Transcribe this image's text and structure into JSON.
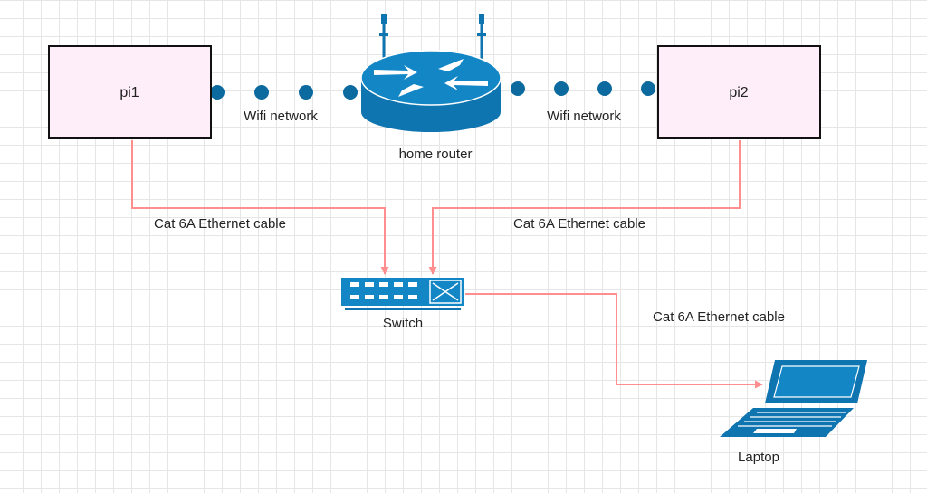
{
  "nodes": {
    "pi1": {
      "label": "pi1"
    },
    "pi2": {
      "label": "pi2"
    },
    "router": {
      "label": "home router"
    },
    "switch": {
      "label": "Switch"
    },
    "laptop": {
      "label": "Laptop"
    }
  },
  "connections": {
    "wifi_left": {
      "label": "Wifi network"
    },
    "wifi_right": {
      "label": "Wifi network"
    },
    "cable_pi1": {
      "label": "Cat 6A Ethernet cable"
    },
    "cable_pi2": {
      "label": "Cat 6A Ethernet cable"
    },
    "cable_laptop": {
      "label": "Cat 6A Ethernet cable"
    }
  },
  "colors": {
    "device_blue": "#0e75b0",
    "pi_fill": "#fdeef9",
    "cable": "#ff8f8f",
    "wifi_dots": "#0c6a9f"
  }
}
